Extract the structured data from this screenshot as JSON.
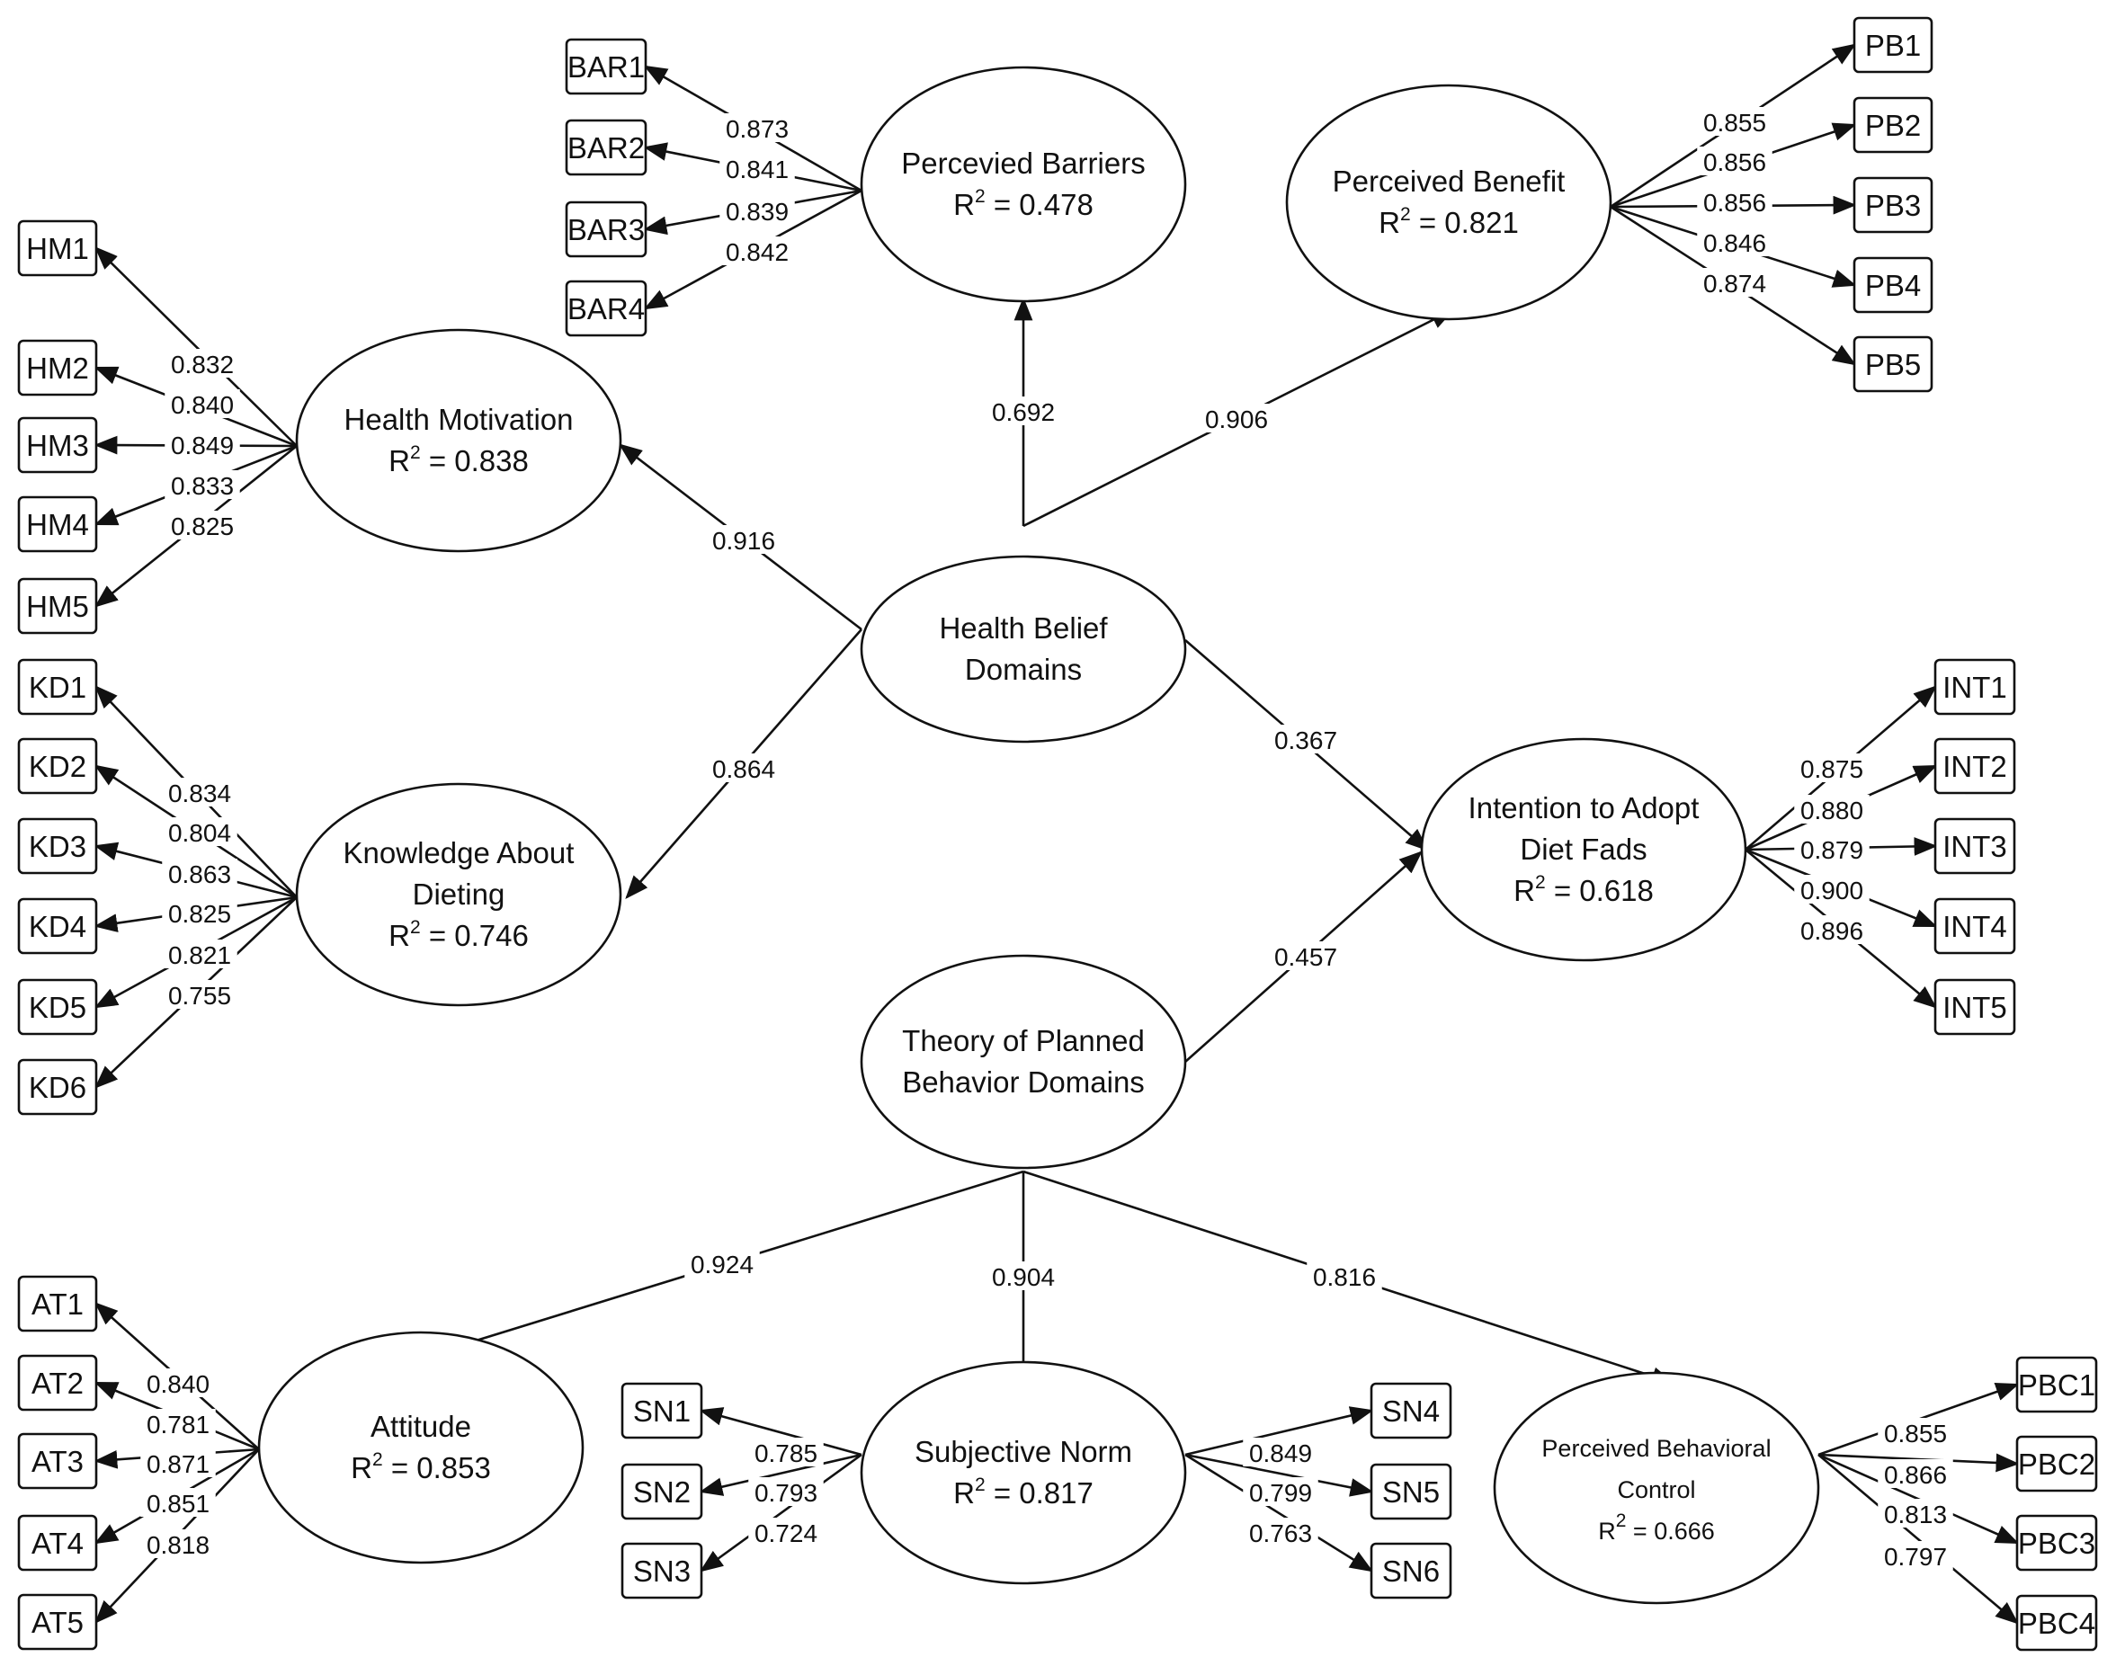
{
  "constructs": [
    {
      "id": "HBD",
      "lines": [
        "Health Belief",
        "Domains"
      ]
    },
    {
      "id": "TPB",
      "lines": [
        "Theory of Planned",
        "Behavior Domains"
      ]
    },
    {
      "id": "BAR",
      "lines": [
        "Percevied Barriers"
      ],
      "r2": "0.478"
    },
    {
      "id": "PB",
      "lines": [
        "Perceived Benefit"
      ],
      "r2": "0.821"
    },
    {
      "id": "HM",
      "lines": [
        "Health Motivation"
      ],
      "r2": "0.838"
    },
    {
      "id": "KD",
      "lines": [
        "Knowledge About",
        "Dieting"
      ],
      "r2": "0.746"
    },
    {
      "id": "INT",
      "lines": [
        "Intention to Adopt",
        "Diet Fads"
      ],
      "r2": "0.618"
    },
    {
      "id": "AT",
      "lines": [
        "Attitude"
      ],
      "r2": "0.853"
    },
    {
      "id": "SN",
      "lines": [
        "Subjective Norm"
      ],
      "r2": "0.817"
    },
    {
      "id": "PBC",
      "lines": [
        "Perceived Behavioral",
        "Control"
      ],
      "r2": "0.666"
    }
  ],
  "r2_prefix": "R",
  "r2_sup": "2",
  "r2_eq": " = ",
  "paths": [
    {
      "from": "HBD",
      "to": "BAR",
      "value": "0.692"
    },
    {
      "from": "HBD",
      "to": "PB",
      "value": "0.906"
    },
    {
      "from": "HBD",
      "to": "HM",
      "value": "0.916"
    },
    {
      "from": "HBD",
      "to": "KD",
      "value": "0.864"
    },
    {
      "from": "HBD",
      "to": "INT",
      "value": "0.367"
    },
    {
      "from": "TPB",
      "to": "INT",
      "value": "0.457"
    },
    {
      "from": "TPB",
      "to": "AT",
      "value": "0.924"
    },
    {
      "from": "TPB",
      "to": "SN",
      "value": "0.904"
    },
    {
      "from": "TPB",
      "to": "PBC",
      "value": "0.816"
    }
  ],
  "indicator_groups": [
    {
      "construct": "BAR",
      "items": [
        "BAR1",
        "BAR2",
        "BAR3",
        "BAR4"
      ],
      "loadings": [
        "0.873",
        "0.841",
        "0.839",
        "0.842"
      ]
    },
    {
      "construct": "PB",
      "items": [
        "PB1",
        "PB2",
        "PB3",
        "PB4",
        "PB5"
      ],
      "loadings": [
        "0.855",
        "0.856",
        "0.856",
        "0.846",
        "0.874"
      ]
    },
    {
      "construct": "HM",
      "items": [
        "HM1",
        "HM2",
        "HM3",
        "HM4",
        "HM5"
      ],
      "loadings": [
        "0.832",
        "0.840",
        "0.849",
        "0.833",
        "0.825"
      ]
    },
    {
      "construct": "KD",
      "items": [
        "KD1",
        "KD2",
        "KD3",
        "KD4",
        "KD5",
        "KD6"
      ],
      "loadings": [
        "0.834",
        "0.804",
        "0.863",
        "0.825",
        "0.821",
        "0.755"
      ]
    },
    {
      "construct": "INT",
      "items": [
        "INT1",
        "INT2",
        "INT3",
        "INT4",
        "INT5"
      ],
      "loadings": [
        "0.875",
        "0.880",
        "0.879",
        "0.900",
        "0.896"
      ]
    },
    {
      "construct": "AT",
      "items": [
        "AT1",
        "AT2",
        "AT3",
        "AT4",
        "AT5"
      ],
      "loadings": [
        "0.840",
        "0.781",
        "0.871",
        "0.851",
        "0.818"
      ]
    },
    {
      "construct": "SN",
      "items": [
        "SN1",
        "SN2",
        "SN3"
      ],
      "loadings": [
        "0.785",
        "0.793",
        "0.724"
      ]
    },
    {
      "construct": "SN",
      "items": [
        "SN4",
        "SN5",
        "SN6"
      ],
      "loadings": [
        "0.849",
        "0.799",
        "0.763"
      ]
    },
    {
      "construct": "PBC",
      "items": [
        "PBC1",
        "PBC2",
        "PBC3",
        "PBC4"
      ],
      "loadings": [
        "0.855",
        "0.866",
        "0.813",
        "0.797"
      ]
    }
  ]
}
